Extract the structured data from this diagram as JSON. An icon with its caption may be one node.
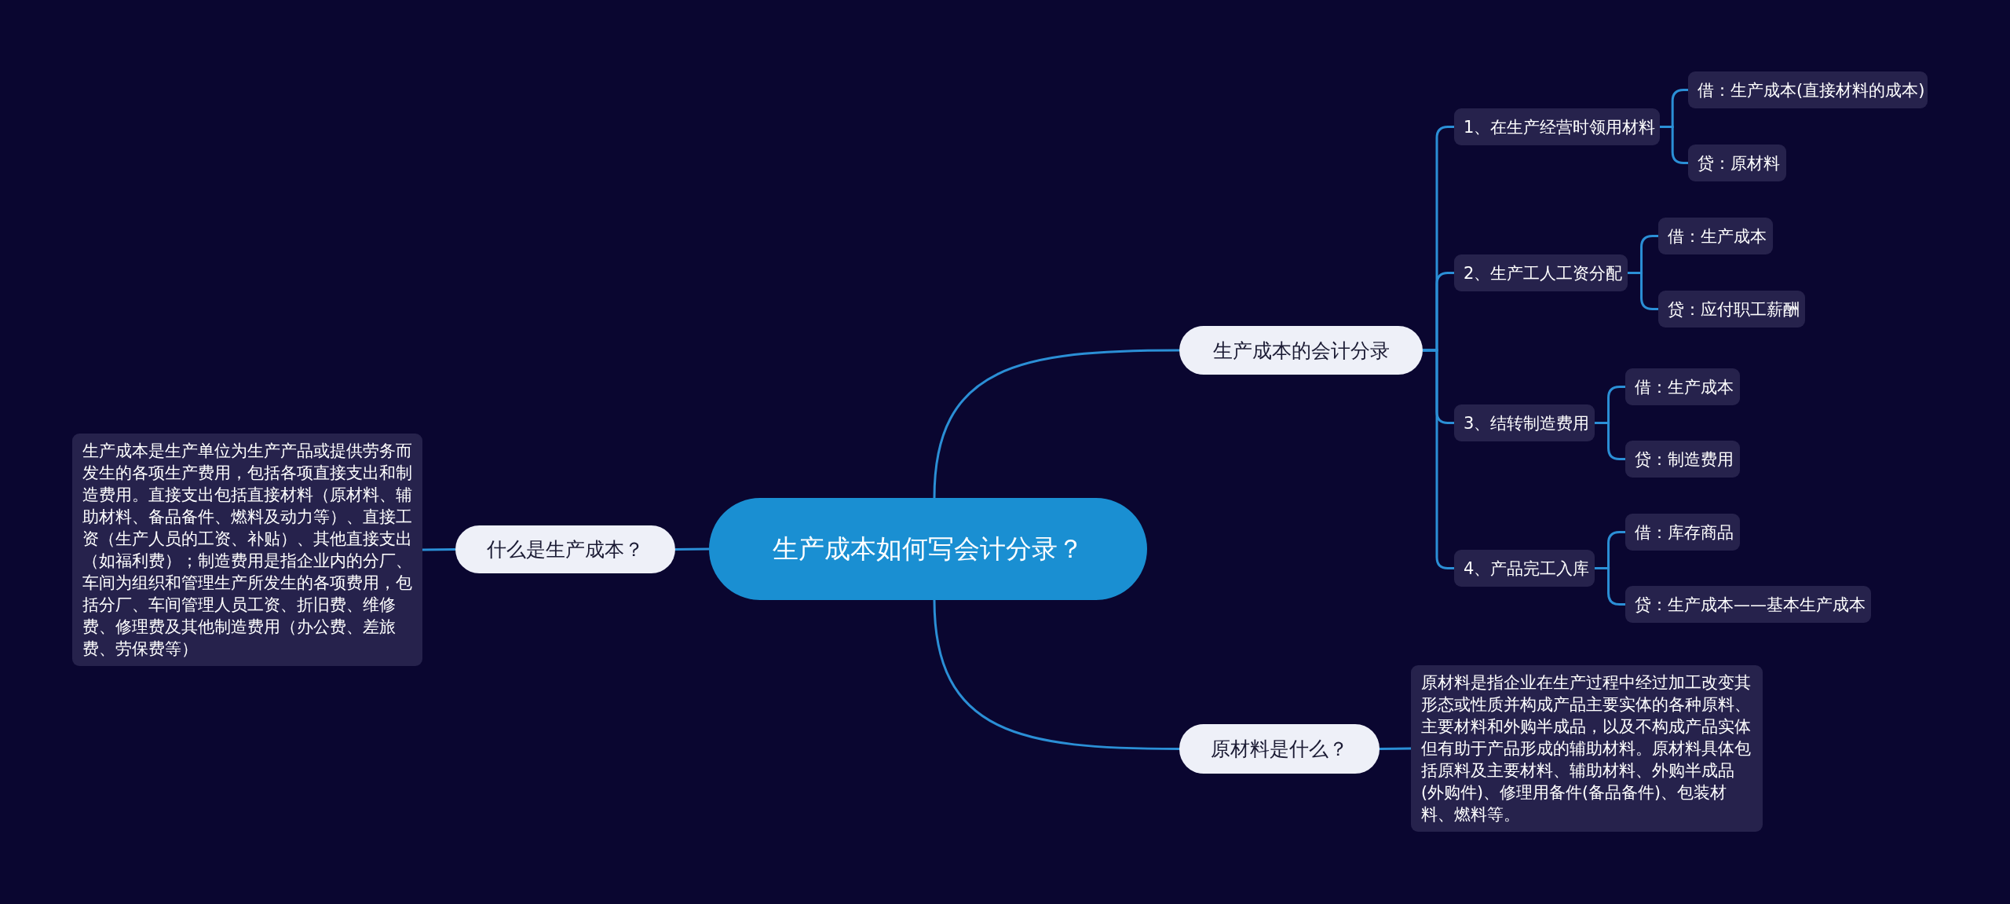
{
  "diagram": {
    "nodes": [
      {
        "text": [
          "生产成本如何写会计分录？"
        ]
      },
      {
        "text": [
          "生产成本的会计分录"
        ]
      },
      {
        "text": [
          "1、在生产经营时领用材料"
        ]
      },
      {
        "text": [
          "借：生产成本(直接材料的成本)"
        ]
      },
      {
        "text": [
          "贷：原材料"
        ]
      },
      {
        "text": [
          "2、生产工人工资分配"
        ]
      },
      {
        "text": [
          "借：生产成本"
        ]
      },
      {
        "text": [
          "贷：应付职工薪酬"
        ]
      },
      {
        "text": [
          "3、结转制造费用"
        ]
      },
      {
        "text": [
          "借：生产成本"
        ]
      },
      {
        "text": [
          "贷：制造费用"
        ]
      },
      {
        "text": [
          "4、产品完工入库"
        ]
      },
      {
        "text": [
          "借：库存商品"
        ]
      },
      {
        "text": [
          "贷：生产成本——基本生产成本"
        ]
      },
      {
        "text": [
          "原材料是什么？"
        ]
      },
      {
        "text": [
          "原材料是指企业在生产过程中经过加工改变其形态或性质并构成产品主要实体的各种原料、主要材料和外购半成品，以及不构成产品实体但有助于产品形成的辅助材料。原材料具体包括原料及主要材料、辅助材料、外购半成品(外购件)、修理用备件(备品备件)、包装材料、燃料等。"
        ]
      },
      {
        "text": [
          "什么是生产成本？"
        ]
      },
      {
        "text": [
          "生产成本是生产单位为生产产品或提供劳务而发生的各项生产费用，包括各项直接支出和制造费用。直接支出包括直接材料（原材料、辅助材料、备品备件、燃料及动力等）、直接工资（生产人员的工资、补贴）、其他直接支出（如福利费）；制造费用是指企业内的分厂、车间为组织和管理生产所发生的各项费用，包括分厂、车间管理人员工资、折旧费、维修费、修理费及其他制造费用（办公费、差旅费、劳保费等）"
        ]
      }
    ],
    "edges": [
      {
        "from": 0,
        "to": 1,
        "arrow": "none"
      },
      {
        "from": 1,
        "to": 2,
        "arrow": "none"
      },
      {
        "from": 1,
        "to": 5,
        "arrow": "none"
      },
      {
        "from": 1,
        "to": 8,
        "arrow": "none"
      },
      {
        "from": 1,
        "to": 11,
        "arrow": "none"
      },
      {
        "from": 2,
        "to": 3,
        "arrow": "none"
      },
      {
        "from": 2,
        "to": 4,
        "arrow": "none"
      },
      {
        "from": 5,
        "to": 6,
        "arrow": "none"
      },
      {
        "from": 5,
        "to": 7,
        "arrow": "none"
      },
      {
        "from": 8,
        "to": 9,
        "arrow": "none"
      },
      {
        "from": 8,
        "to": 10,
        "arrow": "none"
      },
      {
        "from": 11,
        "to": 12,
        "arrow": "none"
      },
      {
        "from": 11,
        "to": 13,
        "arrow": "none"
      },
      {
        "from": 0,
        "to": 14,
        "arrow": "none"
      },
      {
        "from": 14,
        "to": 15,
        "arrow": "none"
      },
      {
        "from": 0,
        "to": 16,
        "arrow": "none"
      },
      {
        "from": 16,
        "to": 17,
        "arrow": "none"
      }
    ]
  }
}
